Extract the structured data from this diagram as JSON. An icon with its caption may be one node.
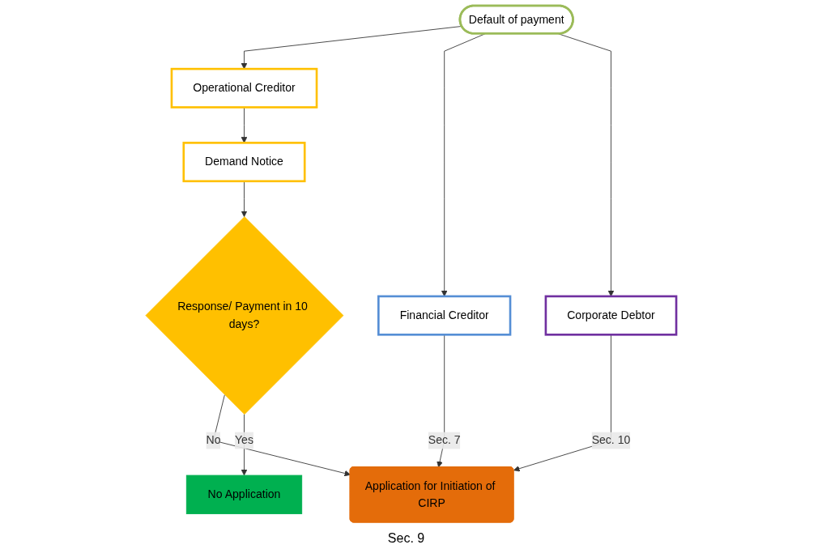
{
  "diagram": {
    "nodes": [
      {
        "text": [
          "Default of payment"
        ]
      },
      {
        "text": [
          "Operational Creditor"
        ]
      },
      {
        "text": [
          "Financial Creditor"
        ]
      },
      {
        "text": [
          "Corporate Debtor"
        ]
      },
      {
        "text": [
          "Demand Notice"
        ]
      },
      {
        "text": [
          "Response/ Payment in 10 days?"
        ]
      },
      {
        "text": [
          "Application for Initiation of CIRP"
        ]
      },
      {
        "text": [
          "No Application"
        ]
      }
    ],
    "edges": [
      {
        "from": 0,
        "to": 1,
        "arrow": "to"
      },
      {
        "from": 0,
        "to": 2,
        "arrow": "to"
      },
      {
        "from": 0,
        "to": 3,
        "arrow": "to"
      },
      {
        "from": 1,
        "to": 4,
        "arrow": "to"
      },
      {
        "from": 4,
        "to": 5,
        "arrow": "to"
      },
      {
        "from": 5,
        "to": 6,
        "arrow": "to",
        "label": "No"
      },
      {
        "from": 2,
        "to": 6,
        "arrow": "to",
        "label": "Sec. 7"
      },
      {
        "from": 3,
        "to": 6,
        "arrow": "to",
        "label": "Sec. 10"
      },
      {
        "from": 5,
        "to": 7,
        "arrow": "to",
        "label": "Yes"
      }
    ],
    "labels": [
      "Sec. 9"
    ]
  }
}
